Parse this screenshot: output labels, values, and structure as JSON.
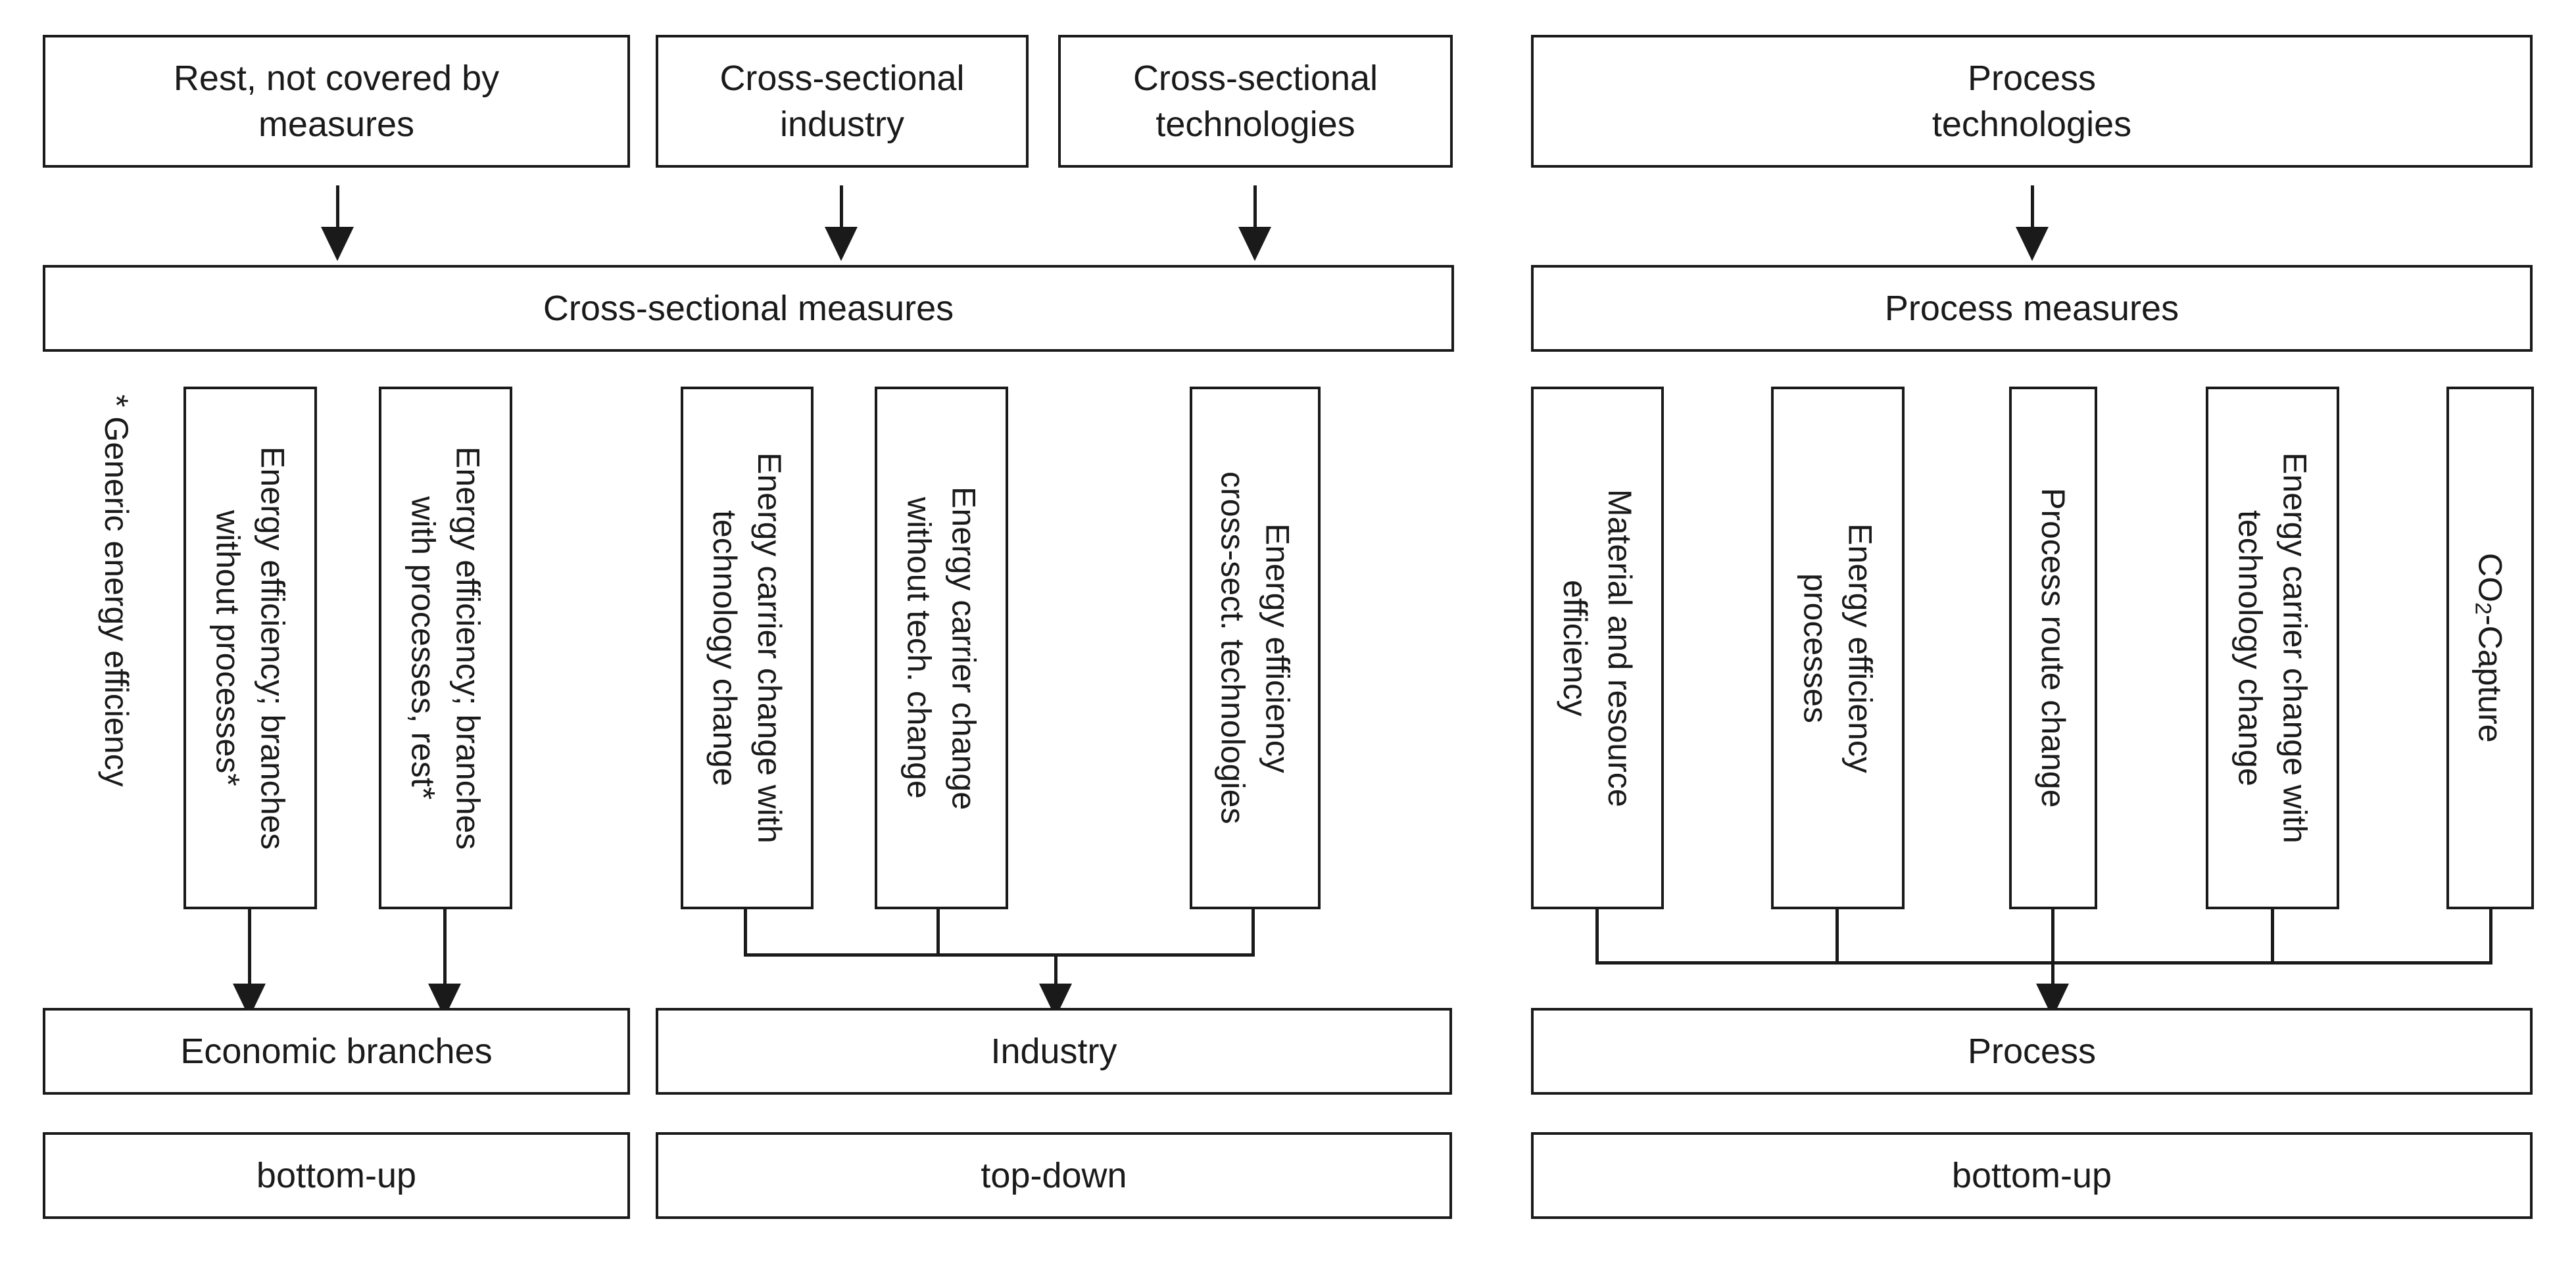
{
  "top": {
    "rest": [
      "Rest, not covered by",
      "measures"
    ],
    "cs_industry": [
      "Cross-sectional",
      "industry"
    ],
    "cs_technologies": [
      "Cross-sectional",
      "technologies"
    ],
    "process_technologies": [
      "Process",
      "technologies"
    ]
  },
  "measures": {
    "cross_sectional": "Cross-sectional measures",
    "process": "Process measures"
  },
  "footnote": "* Generic energy efficiency",
  "vertical": {
    "ee_without": [
      "Energy efficiency; branches",
      "without processes*"
    ],
    "ee_with": [
      "Energy efficiency; branches",
      "with processes, rest*"
    ],
    "ecc_with_tech": [
      "Energy carrier change with",
      "technology change"
    ],
    "ecc_without_tech": [
      "Energy carrier change",
      "without tech. change"
    ],
    "ee_cross_sect": [
      "Energy efficiency",
      "cross-sect. technologies"
    ],
    "material": [
      "Material and resource",
      "efficiency"
    ],
    "ee_processes": [
      "Energy efficiency",
      "processes"
    ],
    "process_route": [
      "Process route change"
    ],
    "ecc_process": [
      "Energy carrier change with",
      "technology change"
    ],
    "co2": {
      "pre": "CO",
      "sub": "2",
      "post": "-Capture"
    }
  },
  "targets": {
    "economic_branches": "Economic branches",
    "industry": "Industry",
    "process": "Process"
  },
  "approach": {
    "left": "bottom-up",
    "middle": "top-down",
    "right": "bottom-up"
  }
}
